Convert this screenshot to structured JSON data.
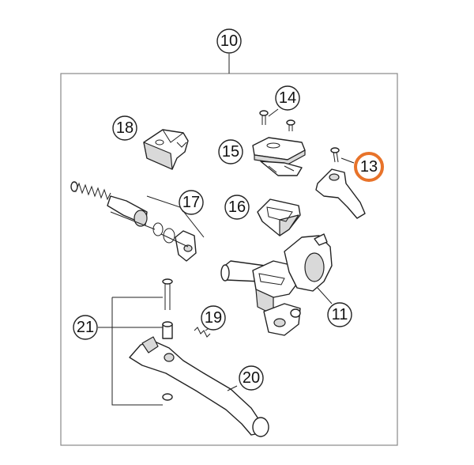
{
  "diagram": {
    "highlight_color": "#e8732a",
    "line_color": "#222222",
    "callouts": [
      {
        "id": "10",
        "label": "10"
      },
      {
        "id": "11",
        "label": "11"
      },
      {
        "id": "13",
        "label": "13",
        "highlighted": true
      },
      {
        "id": "14",
        "label": "14"
      },
      {
        "id": "15",
        "label": "15"
      },
      {
        "id": "16",
        "label": "16"
      },
      {
        "id": "17",
        "label": "17"
      },
      {
        "id": "18",
        "label": "18"
      },
      {
        "id": "19",
        "label": "19"
      },
      {
        "id": "20",
        "label": "20"
      },
      {
        "id": "21",
        "label": "21"
      }
    ]
  }
}
